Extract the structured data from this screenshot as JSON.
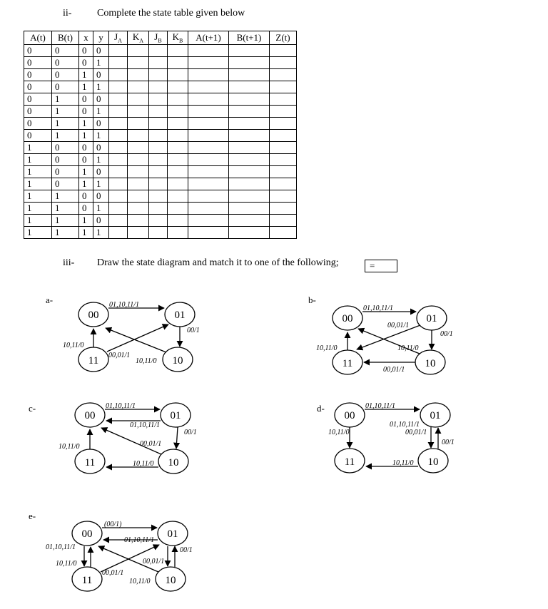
{
  "q2": {
    "number": "ii-",
    "text": "Complete the state table given below"
  },
  "table": {
    "headers": [
      "A(t)",
      "B(t)",
      "x",
      "y",
      "J_A",
      "K_A",
      "J_B",
      "K_B",
      "A(t+1)",
      "B(t+1)",
      "Z(t)"
    ],
    "header_parts": [
      {
        "main": "A(t)",
        "sub": ""
      },
      {
        "main": "B(t)",
        "sub": ""
      },
      {
        "main": "x",
        "sub": ""
      },
      {
        "main": "y",
        "sub": ""
      },
      {
        "main": "J",
        "sub": "A"
      },
      {
        "main": "K",
        "sub": "A"
      },
      {
        "main": "J",
        "sub": "B"
      },
      {
        "main": "K",
        "sub": "B"
      },
      {
        "main": "A(t+1)",
        "sub": ""
      },
      {
        "main": "B(t+1)",
        "sub": ""
      },
      {
        "main": "Z(t)",
        "sub": ""
      }
    ],
    "rows": [
      [
        "0",
        "0",
        "0",
        "0"
      ],
      [
        "0",
        "0",
        "0",
        "1"
      ],
      [
        "0",
        "0",
        "1",
        "0"
      ],
      [
        "0",
        "0",
        "1",
        "1"
      ],
      [
        "0",
        "1",
        "0",
        "0"
      ],
      [
        "0",
        "1",
        "0",
        "1"
      ],
      [
        "0",
        "1",
        "1",
        "0"
      ],
      [
        "0",
        "1",
        "1",
        "1"
      ],
      [
        "1",
        "0",
        "0",
        "0"
      ],
      [
        "1",
        "0",
        "0",
        "1"
      ],
      [
        "1",
        "0",
        "1",
        "0"
      ],
      [
        "1",
        "0",
        "1",
        "1"
      ],
      [
        "1",
        "1",
        "0",
        "0"
      ],
      [
        "1",
        "1",
        "0",
        "1"
      ],
      [
        "1",
        "1",
        "1",
        "0"
      ],
      [
        "1",
        "1",
        "1",
        "1"
      ]
    ]
  },
  "q3": {
    "number": "iii-",
    "text": "Draw the state diagram and match it to one of the following;",
    "answer_value": "="
  },
  "options": {
    "a": {
      "label": "a-",
      "states": [
        "00",
        "01",
        "10",
        "11"
      ],
      "edges": [
        "01,10,11/1",
        "00/1",
        "10,11/0",
        "10,11/0",
        "00,01/1"
      ]
    },
    "b": {
      "label": "b-",
      "states": [
        "00",
        "01",
        "10",
        "11"
      ],
      "edges": [
        "01,10,11/1",
        "00,01/1",
        "00/1",
        "10,11/0",
        "10,11/0",
        "00,01/1"
      ]
    },
    "c": {
      "label": "c-",
      "states": [
        "00",
        "01",
        "10",
        "11"
      ],
      "edges": [
        "01,10,11/1",
        "01,10,11/1",
        "00/1",
        "00,01/1",
        "10,11/0",
        "10,11/0"
      ]
    },
    "d": {
      "label": "d-",
      "states": [
        "00",
        "01",
        "10",
        "11"
      ],
      "edges": [
        "01,10,11/1",
        "10,11/0",
        "01,10,11/1",
        "00,01/1",
        "00/1",
        "10,11/0"
      ]
    },
    "e": {
      "label": "e-",
      "states": [
        "00",
        "01",
        "10",
        "11"
      ],
      "edges": [
        "(00/1)",
        "01,10,11/1",
        "01,10,11/1",
        "00/1",
        "10,11/0",
        "00,01/1",
        "00,01/1",
        "10,11/0"
      ]
    }
  }
}
